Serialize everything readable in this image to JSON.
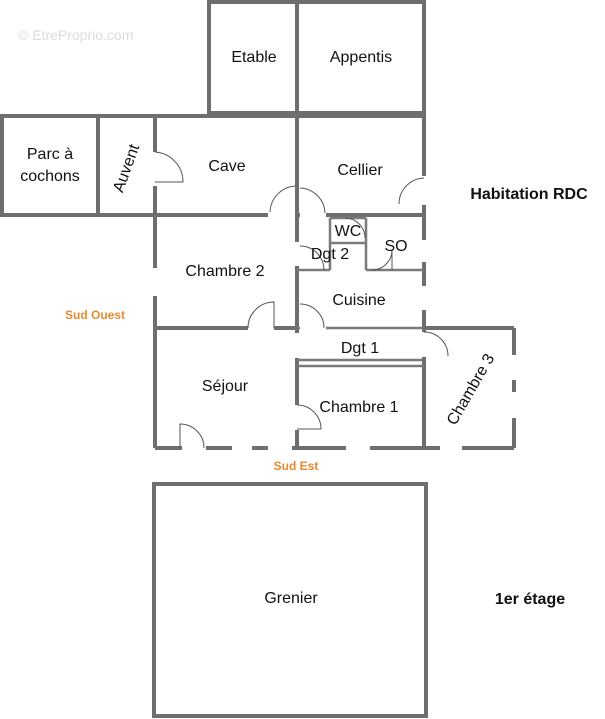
{
  "watermark": "© EtreProprio.com",
  "rooms": {
    "etable": "Etable",
    "appentis": "Appentis",
    "parc_line1": "Parc à",
    "parc_line2": "cochons",
    "auvent": "Auvent",
    "cave": "Cave",
    "cellier": "Cellier",
    "wc": "WC",
    "so": "SO",
    "dgt2": "Dgt 2",
    "chambre2": "Chambre 2",
    "cuisine": "Cuisine",
    "dgt1": "Dgt 1",
    "sejour": "Séjour",
    "chambre1": "Chambre 1",
    "chambre3": "Chambre 3",
    "grenier": "Grenier"
  },
  "labels": {
    "habitation_rdc": "Habitation RDC",
    "premier_etage": "1er étage",
    "sud_ouest": "Sud Ouest",
    "sud_est": "Sud Est"
  },
  "colors": {
    "orientation": "#e8892f",
    "walls": "#6e6e6e"
  }
}
